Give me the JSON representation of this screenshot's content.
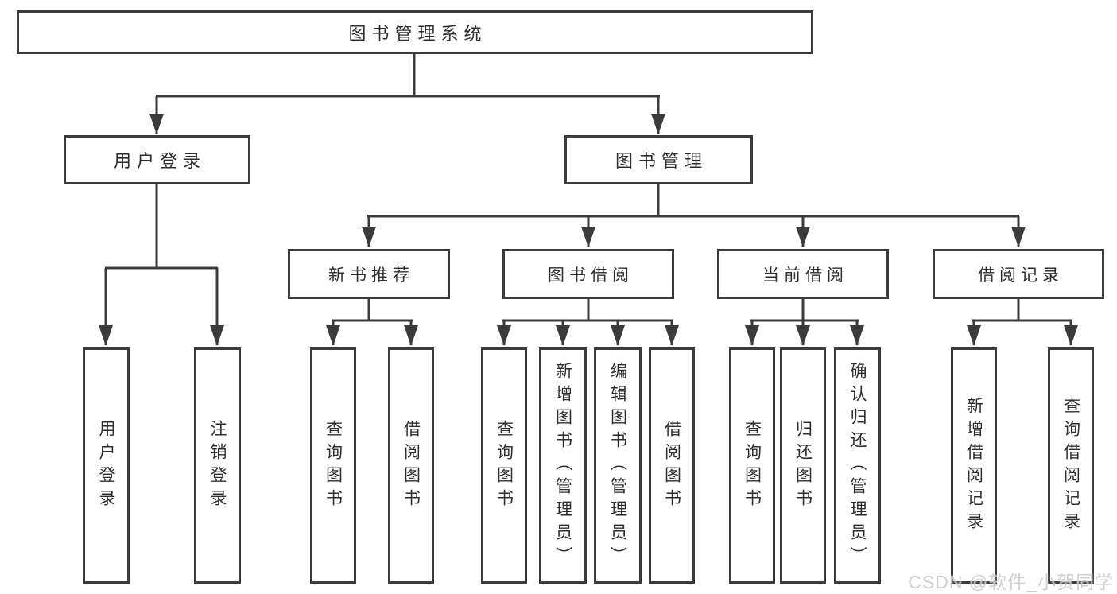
{
  "diagram": {
    "type": "hierarchy-tree",
    "root": {
      "label": "图书管理系统"
    },
    "branches": [
      {
        "label": "用户登录",
        "leaves": [
          "用户登录",
          "注销登录"
        ]
      },
      {
        "label": "图书管理",
        "groups": [
          {
            "label": "新书推荐",
            "leaves": [
              "查询图书",
              "借阅图书"
            ]
          },
          {
            "label": "图书借阅",
            "leaves": [
              "查询图书",
              "新增图书（管理员）",
              "编辑图书（管理员）",
              "借阅图书"
            ]
          },
          {
            "label": "当前借阅",
            "leaves": [
              "查询图书",
              "归还图书",
              "确认归还（管理员）"
            ]
          },
          {
            "label": "借阅记录",
            "leaves": [
              "新增借阅记录",
              "查询借阅记录"
            ]
          }
        ]
      }
    ],
    "colors": {
      "line": "#3b3b3b",
      "text": "#2e2e2e",
      "node_fill": "#ffffff",
      "background": "#ffffff",
      "watermark_text": "#cccccc"
    }
  },
  "watermark": "CSDN @软件_小贺同学"
}
